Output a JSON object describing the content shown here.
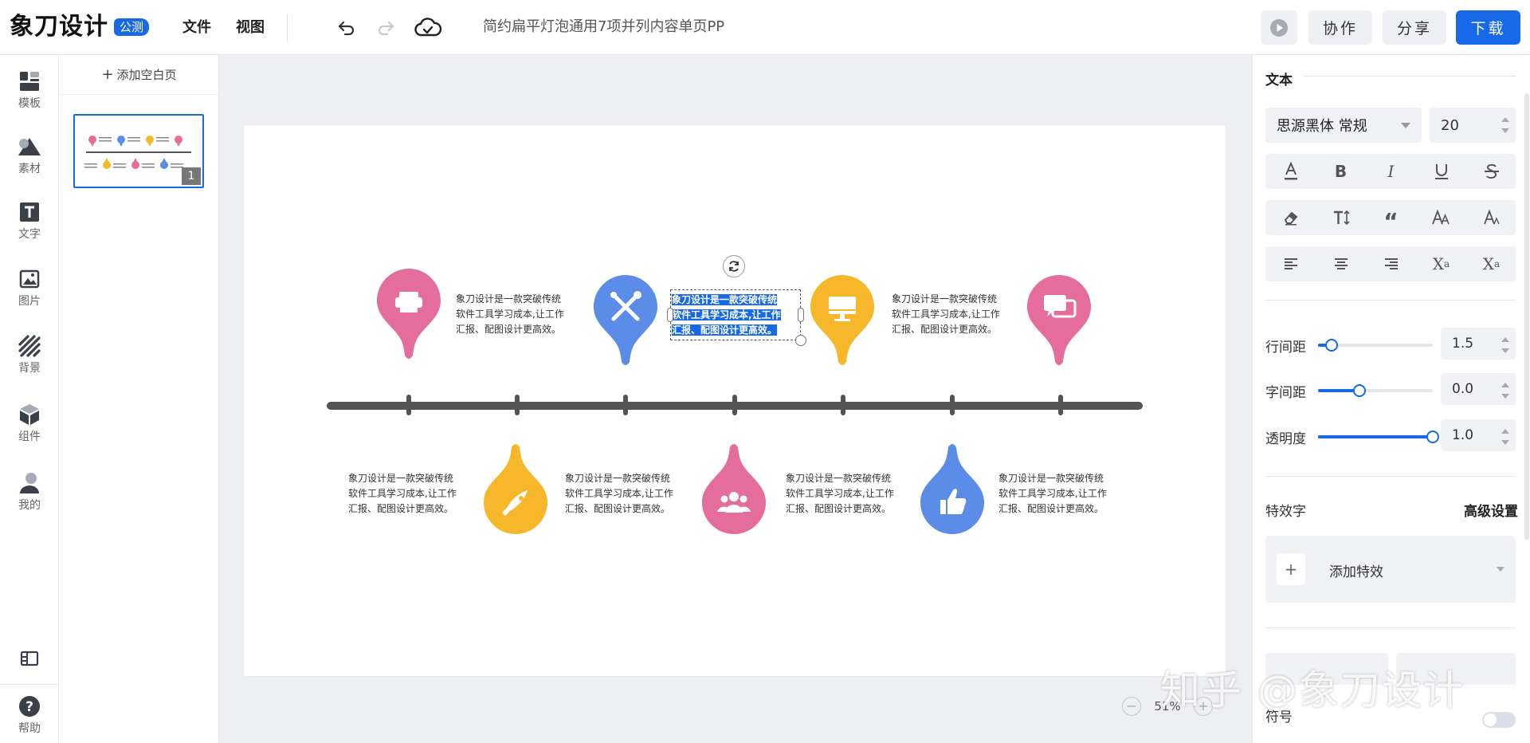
{
  "app": {
    "logo": "象刀设计",
    "badge": "公测",
    "menu": [
      "文件",
      "视图"
    ],
    "doc_title": "简约扁平灯泡通用7项并列内容单页PP",
    "buttons": {
      "collab": "协作",
      "share": "分享",
      "download": "下载"
    },
    "colors": {
      "accent": "#1769e8",
      "pink": "#e46d9b",
      "blue": "#5b8ce8",
      "yellow": "#f6b82a"
    }
  },
  "sidebar": {
    "items": [
      {
        "label": "模板",
        "icon": "template-icon"
      },
      {
        "label": "素材",
        "icon": "shapes-icon"
      },
      {
        "label": "文字",
        "icon": "text-icon"
      },
      {
        "label": "图片",
        "icon": "image-icon"
      },
      {
        "label": "背景",
        "icon": "background-icon"
      },
      {
        "label": "组件",
        "icon": "component-icon"
      },
      {
        "label": "我的",
        "icon": "user-icon"
      }
    ],
    "help": "帮助"
  },
  "pages": {
    "add_label": "添加空白页",
    "thumb_number": "1"
  },
  "slide": {
    "body_text": "象刀设计是一款突破传统软件工具学习成本,让工作汇报、配图设计更高效。",
    "selected_lines": [
      "象刀设计是一款突破传统",
      "软件工具学习成本,让工作",
      "汇报、配图设计更高效。"
    ],
    "text_lines": [
      "象刀设计是一款突破传统",
      "软件工具学习成本,让工作",
      "汇报、配图设计更高效。"
    ]
  },
  "zoom": {
    "minus": "−",
    "value": "51%",
    "plus": "+"
  },
  "panel": {
    "section_title": "文本",
    "font_family": "思源黑体 常规",
    "font_size": "20",
    "line_spacing": {
      "label": "行间距",
      "value": "1.5",
      "fraction": 0.12
    },
    "letter_spacing": {
      "label": "字间距",
      "value": "0.0",
      "fraction": 0.36
    },
    "opacity": {
      "label": "透明度",
      "value": "1.0",
      "fraction": 1.0
    },
    "effect_label": "特效字",
    "advanced": "高级设置",
    "add_effect": "添加特效",
    "symbol": "符号"
  },
  "watermark": "知乎 @象刀设计"
}
